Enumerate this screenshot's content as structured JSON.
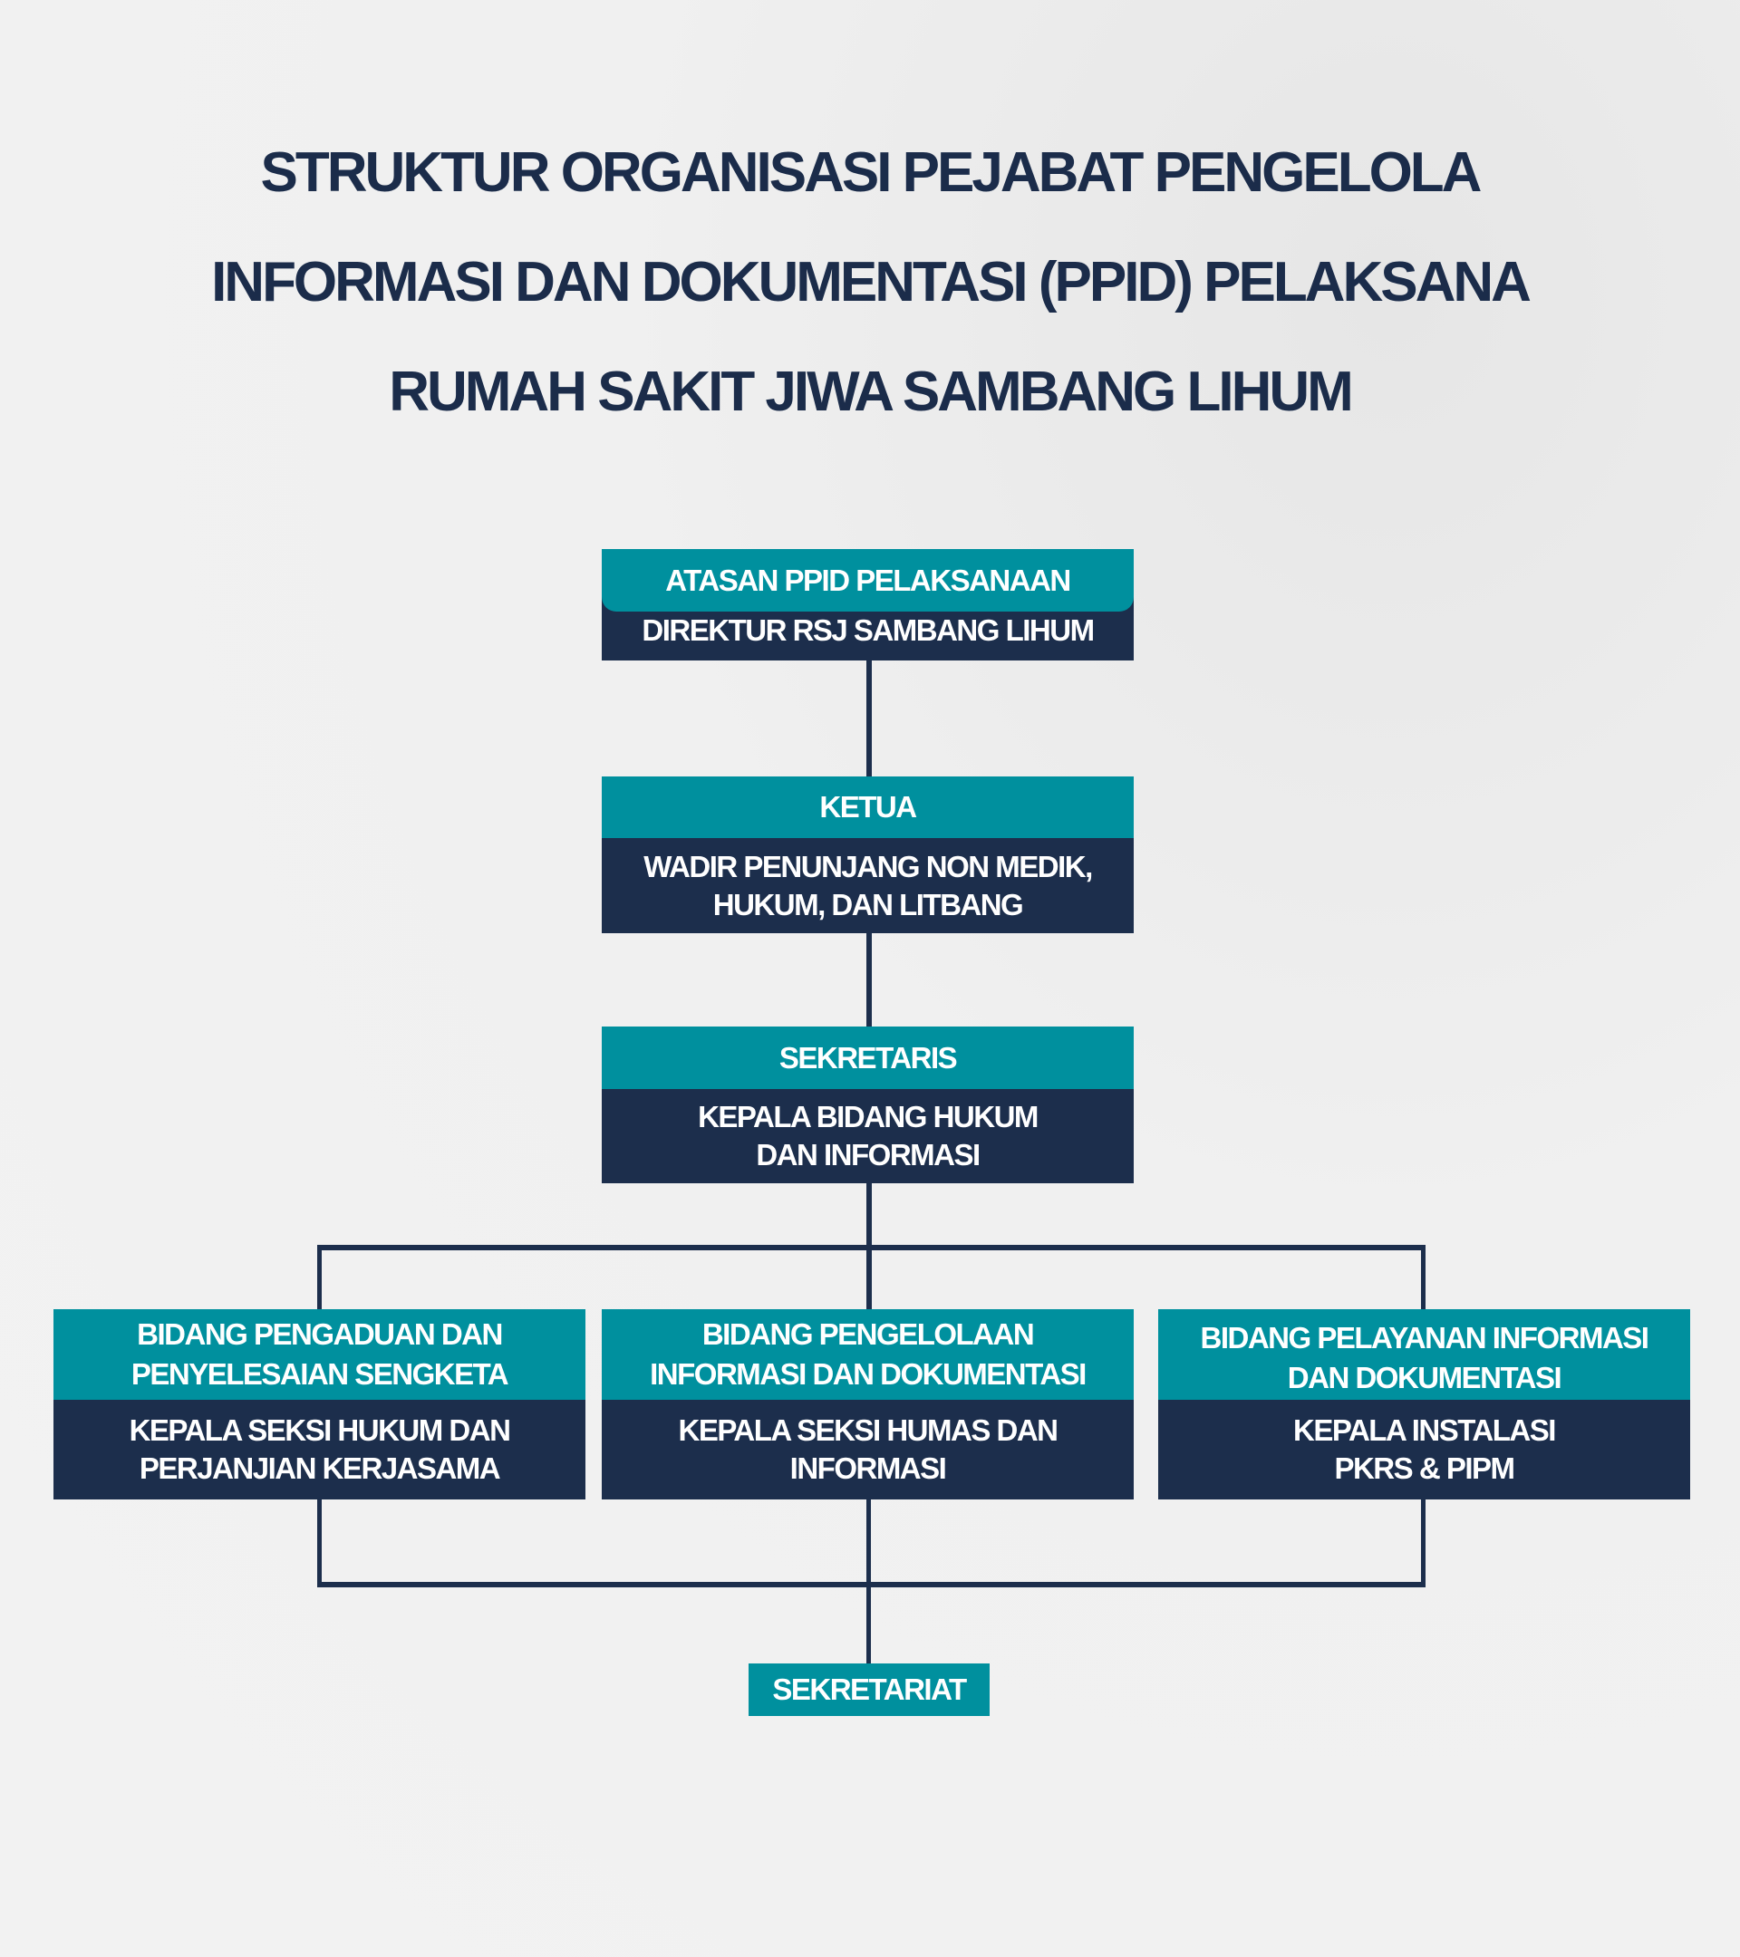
{
  "title": {
    "line1": "STRUKTUR ORGANISASI PEJABAT PENGELOLA",
    "line2": "INFORMASI DAN DOKUMENTASI (PPID) PELAKSANA",
    "line3": "RUMAH SAKIT JIWA SAMBANG LIHUM"
  },
  "colors": {
    "teal": "#00909e",
    "navy": "#1c2e4c",
    "title": "#1b2c4a"
  },
  "nodes": {
    "atasan": {
      "role": "ATASAN PPID PELAKSANAAN",
      "holder": "DIREKTUR RSJ SAMBANG LIHUM"
    },
    "ketua": {
      "role": "KETUA",
      "holder_line1": "WADIR PENUNJANG NON MEDIK,",
      "holder_line2": "HUKUM, DAN LITBANG"
    },
    "sekretaris": {
      "role": "SEKRETARIS",
      "holder_line1": "KEPALA BIDANG HUKUM",
      "holder_line2": "DAN INFORMASI"
    },
    "bidang": [
      {
        "role_line1": "BIDANG PENGADUAN DAN",
        "role_line2": "PENYELESAIAN SENGKETA",
        "holder_line1": "KEPALA SEKSI HUKUM DAN",
        "holder_line2": "PERJANJIAN KERJASAMA"
      },
      {
        "role_line1": "BIDANG PENGELOLAAN",
        "role_line2": "INFORMASI DAN DOKUMENTASI",
        "holder_line1": "KEPALA SEKSI HUMAS DAN",
        "holder_line2": "INFORMASI"
      },
      {
        "role_line1": "BIDANG PELAYANAN INFORMASI",
        "role_line2": "DAN DOKUMENTASI",
        "holder_line1": "KEPALA INSTALASI",
        "holder_line2": "PKRS & PIPM"
      }
    ],
    "sekretariat": {
      "role": "SEKRETARIAT"
    }
  }
}
